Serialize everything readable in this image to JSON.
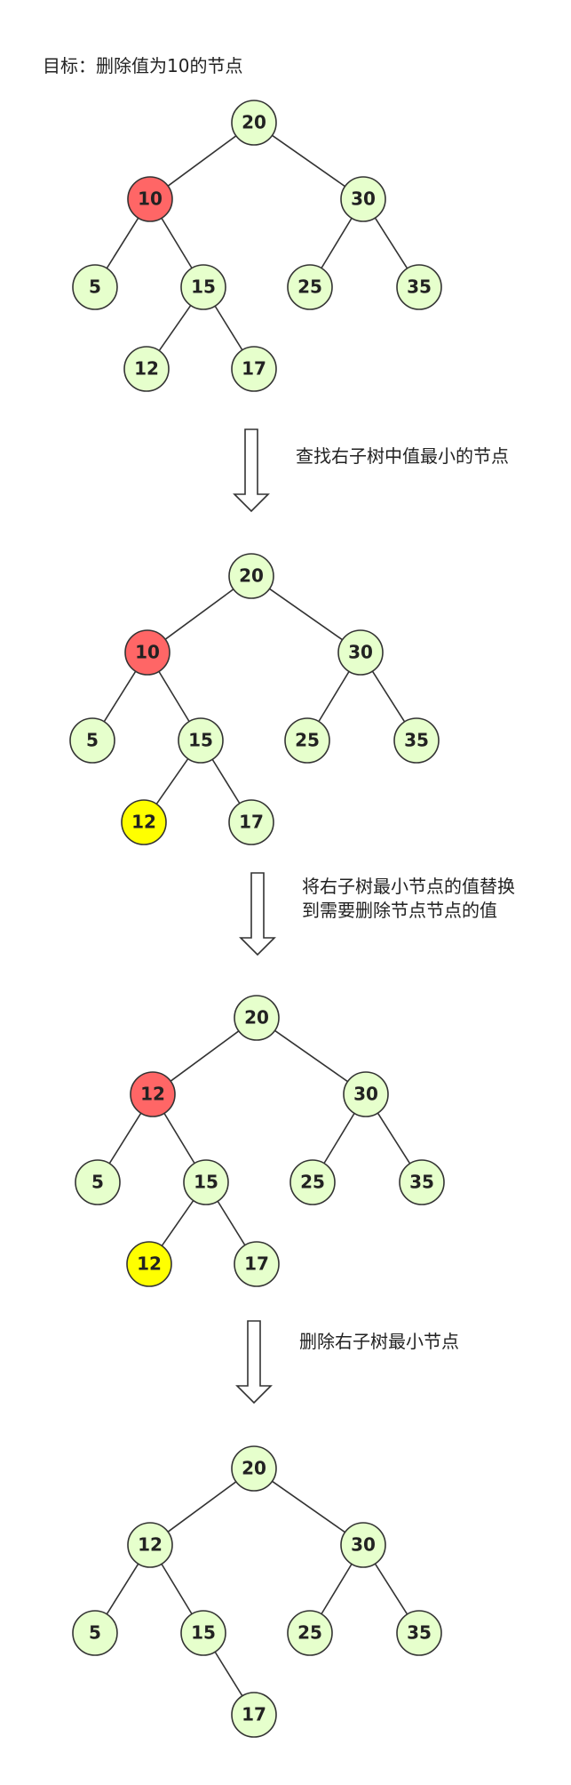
{
  "title": "目标：删除值为10的节点",
  "colors": {
    "normal": "#e6ffcc",
    "target": "#ff6666",
    "highlight": "#ffff00",
    "stroke": "#333333"
  },
  "steps": [
    {
      "label": "查找右子树中值最小的节点"
    },
    {
      "label_line1": "将右子树最小节点的值替换",
      "label_line2": "到需要删除节点节点的值"
    },
    {
      "label": "删除右子树最小节点"
    }
  ],
  "trees": [
    {
      "nodes": [
        {
          "id": "n20",
          "value": "20",
          "state": "normal"
        },
        {
          "id": "n10",
          "value": "10",
          "state": "target"
        },
        {
          "id": "n30",
          "value": "30",
          "state": "normal"
        },
        {
          "id": "n5",
          "value": "5",
          "state": "normal"
        },
        {
          "id": "n15",
          "value": "15",
          "state": "normal"
        },
        {
          "id": "n25",
          "value": "25",
          "state": "normal"
        },
        {
          "id": "n35",
          "value": "35",
          "state": "normal"
        },
        {
          "id": "n12",
          "value": "12",
          "state": "normal"
        },
        {
          "id": "n17",
          "value": "17",
          "state": "normal"
        }
      ],
      "edges": [
        [
          "n20",
          "n10"
        ],
        [
          "n20",
          "n30"
        ],
        [
          "n10",
          "n5"
        ],
        [
          "n10",
          "n15"
        ],
        [
          "n30",
          "n25"
        ],
        [
          "n30",
          "n35"
        ],
        [
          "n15",
          "n12"
        ],
        [
          "n15",
          "n17"
        ]
      ]
    },
    {
      "nodes": [
        {
          "id": "n20",
          "value": "20",
          "state": "normal"
        },
        {
          "id": "n10",
          "value": "10",
          "state": "target"
        },
        {
          "id": "n30",
          "value": "30",
          "state": "normal"
        },
        {
          "id": "n5",
          "value": "5",
          "state": "normal"
        },
        {
          "id": "n15",
          "value": "15",
          "state": "normal"
        },
        {
          "id": "n25",
          "value": "25",
          "state": "normal"
        },
        {
          "id": "n35",
          "value": "35",
          "state": "normal"
        },
        {
          "id": "n12",
          "value": "12",
          "state": "highlight"
        },
        {
          "id": "n17",
          "value": "17",
          "state": "normal"
        }
      ],
      "edges": [
        [
          "n20",
          "n10"
        ],
        [
          "n20",
          "n30"
        ],
        [
          "n10",
          "n5"
        ],
        [
          "n10",
          "n15"
        ],
        [
          "n30",
          "n25"
        ],
        [
          "n30",
          "n35"
        ],
        [
          "n15",
          "n12"
        ],
        [
          "n15",
          "n17"
        ]
      ]
    },
    {
      "nodes": [
        {
          "id": "n20",
          "value": "20",
          "state": "normal"
        },
        {
          "id": "n10",
          "value": "12",
          "state": "target"
        },
        {
          "id": "n30",
          "value": "30",
          "state": "normal"
        },
        {
          "id": "n5",
          "value": "5",
          "state": "normal"
        },
        {
          "id": "n15",
          "value": "15",
          "state": "normal"
        },
        {
          "id": "n25",
          "value": "25",
          "state": "normal"
        },
        {
          "id": "n35",
          "value": "35",
          "state": "normal"
        },
        {
          "id": "n12",
          "value": "12",
          "state": "highlight"
        },
        {
          "id": "n17",
          "value": "17",
          "state": "normal"
        }
      ],
      "edges": [
        [
          "n20",
          "n10"
        ],
        [
          "n20",
          "n30"
        ],
        [
          "n10",
          "n5"
        ],
        [
          "n10",
          "n15"
        ],
        [
          "n30",
          "n25"
        ],
        [
          "n30",
          "n35"
        ],
        [
          "n15",
          "n12"
        ],
        [
          "n15",
          "n17"
        ]
      ]
    },
    {
      "nodes": [
        {
          "id": "n20",
          "value": "20",
          "state": "normal"
        },
        {
          "id": "n10",
          "value": "12",
          "state": "normal"
        },
        {
          "id": "n30",
          "value": "30",
          "state": "normal"
        },
        {
          "id": "n5",
          "value": "5",
          "state": "normal"
        },
        {
          "id": "n15",
          "value": "15",
          "state": "normal"
        },
        {
          "id": "n25",
          "value": "25",
          "state": "normal"
        },
        {
          "id": "n35",
          "value": "35",
          "state": "normal"
        },
        {
          "id": "n17",
          "value": "17",
          "state": "normal"
        }
      ],
      "edges": [
        [
          "n20",
          "n10"
        ],
        [
          "n20",
          "n30"
        ],
        [
          "n10",
          "n5"
        ],
        [
          "n10",
          "n15"
        ],
        [
          "n30",
          "n25"
        ],
        [
          "n30",
          "n35"
        ],
        [
          "n15",
          "n17"
        ]
      ]
    }
  ]
}
